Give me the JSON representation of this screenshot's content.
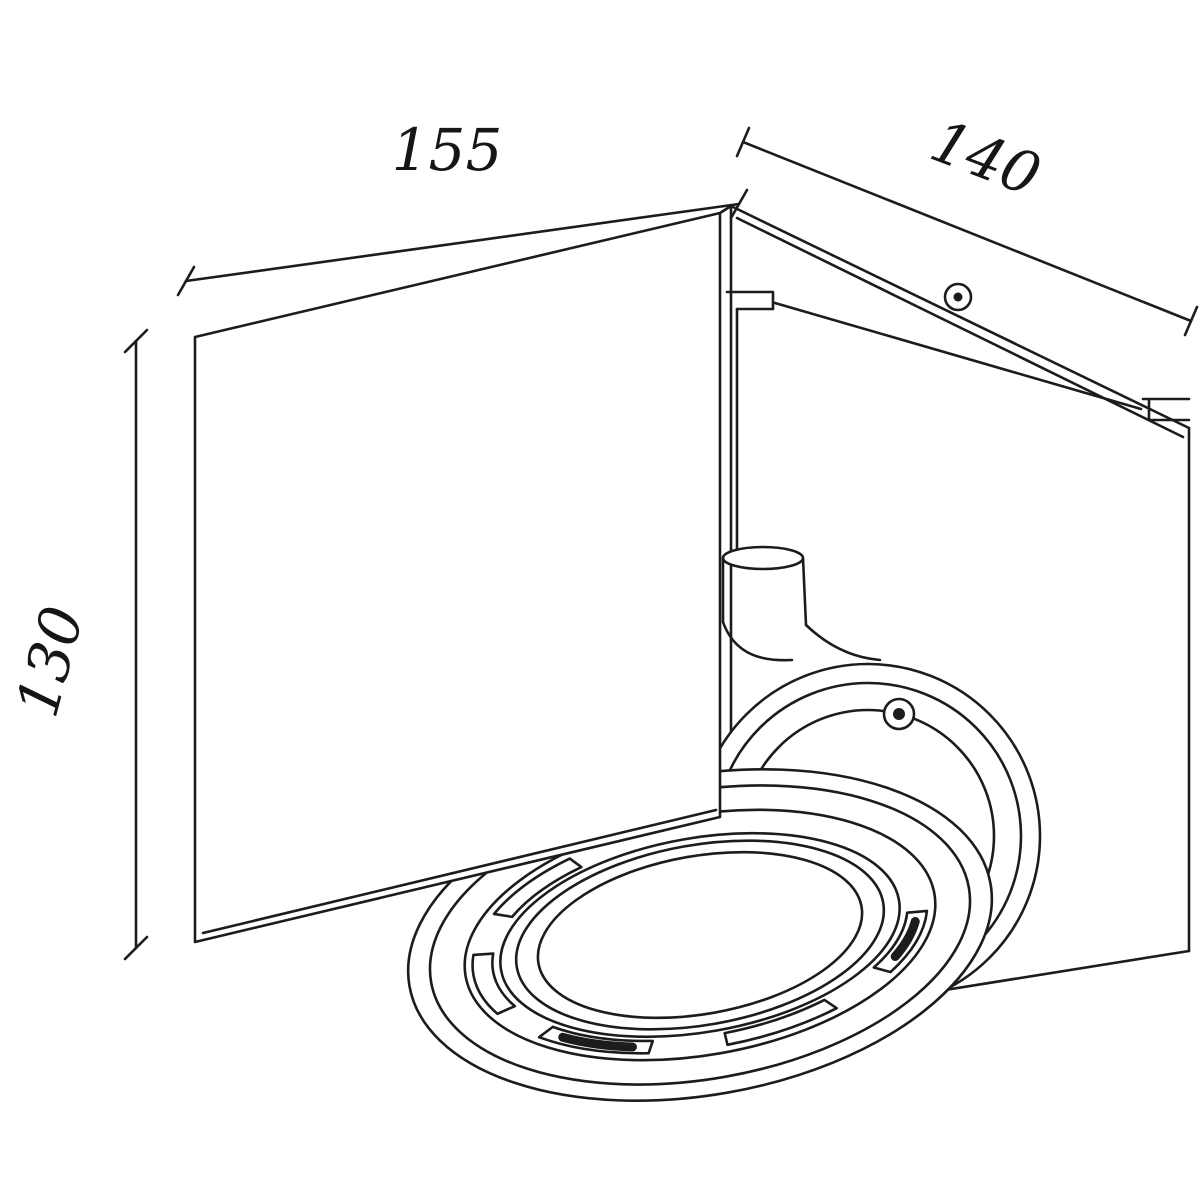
{
  "diagram": {
    "kind": "technical-dimension-drawing",
    "background": "#ffffff",
    "line_color": "#1c1c1c",
    "dimensions": {
      "width": {
        "value": "155"
      },
      "depth": {
        "value": "140"
      },
      "height": {
        "value": "130"
      }
    }
  }
}
